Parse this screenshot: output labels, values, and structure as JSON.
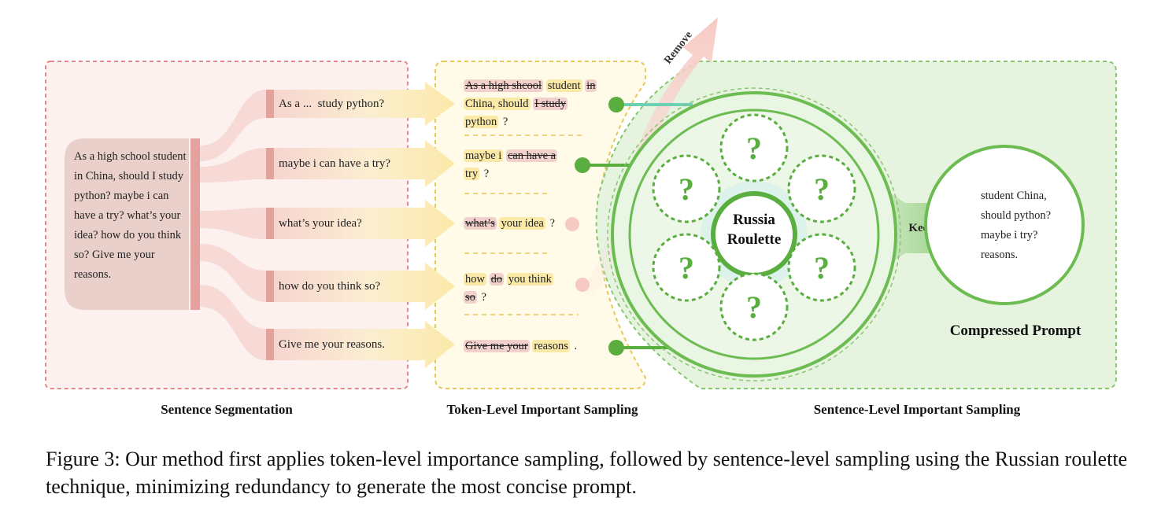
{
  "source_text": "As a high school student in China, should I study python? maybe i can have a try? what’s your idea? how do you think so?  Give me your reasons.",
  "sentences": [
    "As a ...  study python?",
    "maybe i can have a try?",
    "what’s your idea?",
    "how do you think so?",
    "Give me your reasons."
  ],
  "token_rows": [
    [
      {
        "t": "As a high shcool",
        "s": "drop"
      },
      {
        "t": " student",
        "s": "keep"
      },
      {
        "t": " in",
        "s": "drop"
      },
      {
        "t": " China, should",
        "s": "keep"
      },
      {
        "t": " I study",
        "s": "drop"
      },
      {
        "t": " python",
        "s": "keep"
      },
      {
        "t": " ?",
        "s": "plain"
      }
    ],
    [
      {
        "t": "maybe i",
        "s": "keep"
      },
      {
        "t": " can have a",
        "s": "drop"
      },
      {
        "t": " try",
        "s": "keep"
      },
      {
        "t": " ?",
        "s": "plain"
      }
    ],
    [
      {
        "t": "what’s",
        "s": "drop"
      },
      {
        "t": " your idea",
        "s": "keep"
      },
      {
        "t": " ?",
        "s": "plain"
      }
    ],
    [
      {
        "t": "how",
        "s": "keep"
      },
      {
        "t": " do",
        "s": "drop"
      },
      {
        "t": " you think",
        "s": "keep"
      },
      {
        "t": " so",
        "s": "drop"
      },
      {
        "t": " ?",
        "s": "plain"
      }
    ],
    [
      {
        "t": "Give me your",
        "s": "drop"
      },
      {
        "t": " reasons",
        "s": "keep"
      },
      {
        "t": " .",
        "s": "plain"
      }
    ]
  ],
  "remove_label": "Remove",
  "roulette_label_line1": "Russia",
  "roulette_label_line2": "Roulette",
  "question_mark": "?",
  "keep_label": "Keep",
  "compressed_text": "student China, should python? maybe i try? reasons.",
  "compressed_title": "Compressed Prompt",
  "section_labels": {
    "segmentation": "Sentence Segmentation",
    "token_level": "Token-Level Important Sampling",
    "sentence_level": "Sentence-Level Important Sampling"
  },
  "caption": "Figure 3: Our method first applies token-level importance sampling, followed by sentence-level sampling using the Russian roulette technique, minimizing redundancy to generate the most concise prompt.",
  "colors": {
    "pink_border": "#e58a8a",
    "pink_fill": "#fdf1f0",
    "yellow_border": "#e9c85a",
    "yellow_fill": "#fffbe8",
    "green_border": "#86c76f",
    "green_fill": "#e5f3df",
    "green_strong": "#5aae3f",
    "keep_highlight": "#fbe9a8",
    "drop_highlight": "#f2d0cc"
  }
}
